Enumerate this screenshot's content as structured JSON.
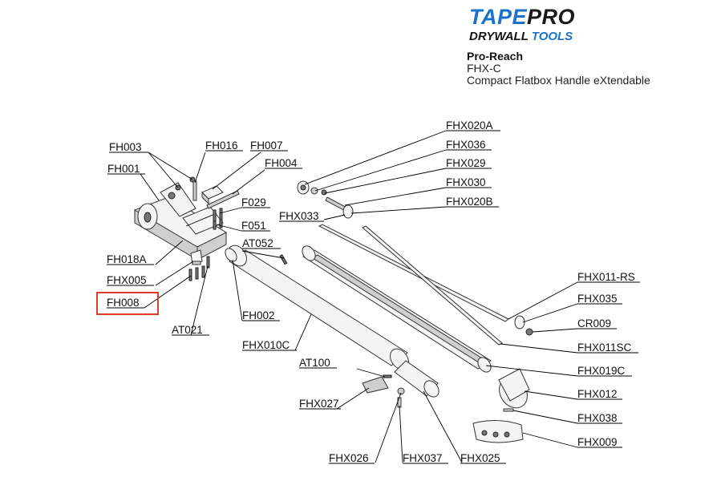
{
  "brand": {
    "tape": "TAPE",
    "pro": "PRO",
    "drywall": "DRYWALL",
    "tools": "TOOLS",
    "color_primary": "#1a73c9"
  },
  "product": {
    "name": "Pro-Reach",
    "code": "FHX-C",
    "description": "Compact Flatbox Handle eXtendable"
  },
  "highlight": {
    "part": "FH008",
    "color": "#e03c2c"
  },
  "parts": {
    "FH003": "FH003",
    "FH016": "FH016",
    "FH007": "FH007",
    "FH001": "FH001",
    "FH004": "FH004",
    "F029": "F029",
    "F051": "F051",
    "AT052": "AT052",
    "FH018A": "FH018A",
    "FHX005": "FHX005",
    "FH008": "FH008",
    "AT021": "AT021",
    "FH002": "FH002",
    "FHX010C": "FHX010C",
    "AT100": "AT100",
    "FHX027": "FHX027",
    "FHX026": "FHX026",
    "FHX037": "FHX037",
    "FHX025": "FHX025",
    "FHX020A": "FHX020A",
    "FHX036": "FHX036",
    "FHX029": "FHX029",
    "FHX030": "FHX030",
    "FHX020B": "FHX020B",
    "FHX033": "FHX033",
    "FHX011RS": "FHX011-RS",
    "FHX035": "FHX035",
    "CR009": "CR009",
    "FHX011SC": "FHX011SC",
    "FHX019C": "FHX019C",
    "FHX012": "FHX012",
    "FHX038": "FHX038",
    "FHX009": "FHX009"
  }
}
